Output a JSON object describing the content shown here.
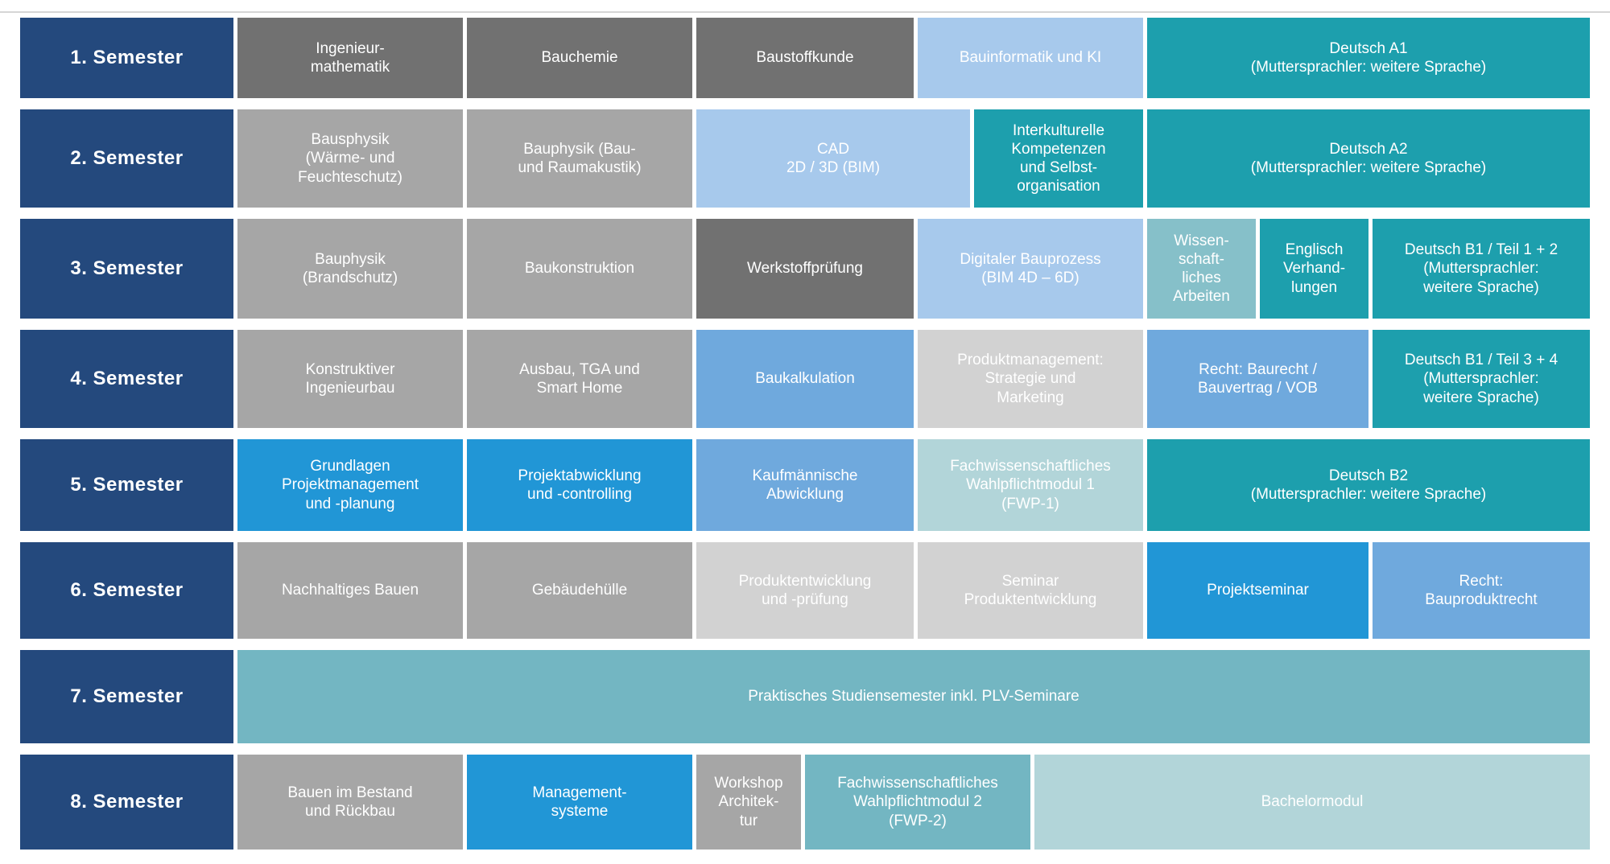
{
  "palette": {
    "navy": "#24497d",
    "dark_gray": "#717171",
    "gray": "#a6a6a6",
    "light_gray": "#d2d2d2",
    "light_blue": "#a7c9ec",
    "medium_blue": "#6fa9dd",
    "bright_blue": "#2196d6",
    "teal": "#1d9fad",
    "muted_teal": "#73b6c2",
    "soft_teal": "#86c0c9",
    "pale_teal": "#b2d5d9",
    "background": "#ffffff",
    "divider": "#d6d6d6"
  },
  "table": {
    "rows": [
      {
        "semester": "1. Semester",
        "modules": [
          {
            "label": "Ingenieur-\nmathematik",
            "color": "dark_gray",
            "col": 2,
            "span": 1
          },
          {
            "label": "Bauchemie",
            "color": "dark_gray",
            "col": 3,
            "span": 1
          },
          {
            "label": "Baustoffkunde",
            "color": "dark_gray",
            "col": 4,
            "span": 2
          },
          {
            "label": "Bauinformatik und KI",
            "color": "light_blue",
            "col": 6,
            "span": 3
          },
          {
            "label": "Deutsch A1\n(Muttersprachler: weitere Sprache)",
            "color": "teal",
            "col": 9,
            "span": 3
          }
        ]
      },
      {
        "semester": "2. Semester",
        "modules": [
          {
            "label": "Bausphysik\n(Wärme- und\nFeuchteschutz)",
            "color": "gray",
            "col": 2,
            "span": 1
          },
          {
            "label": "Bauphysik (Bau-\nund Raumakustik)",
            "color": "gray",
            "col": 3,
            "span": 1
          },
          {
            "label": "CAD\n2D / 3D (BIM)",
            "color": "light_blue",
            "col": 4,
            "span": 3
          },
          {
            "label": "Interkulturelle\nKompetenzen\nund Selbst-\norganisation",
            "color": "teal",
            "col": 7,
            "span": 2
          },
          {
            "label": "Deutsch A2\n(Muttersprachler: weitere Sprache)",
            "color": "teal",
            "col": 9,
            "span": 3
          }
        ]
      },
      {
        "semester": "3. Semester",
        "modules": [
          {
            "label": "Bauphysik\n(Brandschutz)",
            "color": "gray",
            "col": 2,
            "span": 1
          },
          {
            "label": "Baukonstruktion",
            "color": "gray",
            "col": 3,
            "span": 1
          },
          {
            "label": "Werkstoffprüfung",
            "color": "dark_gray",
            "col": 4,
            "span": 2
          },
          {
            "label": "Digitaler Bauprozess\n(BIM 4D – 6D)",
            "color": "light_blue",
            "col": 6,
            "span": 3
          },
          {
            "label": "Wissen-\nschaft-\nliches\nArbeiten",
            "color": "soft_teal",
            "col": 9,
            "span": 1
          },
          {
            "label": "Englisch\nVerhand-\nlungen",
            "color": "teal",
            "col": 10,
            "span": 1
          },
          {
            "label": "Deutsch B1 / Teil 1 + 2\n(Muttersprachler:\nweitere Sprache)",
            "color": "teal",
            "col": 11,
            "span": 1
          }
        ]
      },
      {
        "semester": "4. Semester",
        "modules": [
          {
            "label": "Konstruktiver\nIngenieurbau",
            "color": "gray",
            "col": 2,
            "span": 1
          },
          {
            "label": "Ausbau, TGA und\nSmart Home",
            "color": "gray",
            "col": 3,
            "span": 1
          },
          {
            "label": "Baukalkulation",
            "color": "medium_blue",
            "col": 4,
            "span": 2
          },
          {
            "label": "Produktmanagement:\nStrategie und\nMarketing",
            "color": "light_gray",
            "col": 6,
            "span": 3
          },
          {
            "label": "Recht: Baurecht /\nBauvertrag / VOB",
            "color": "medium_blue",
            "col": 9,
            "span": 2
          },
          {
            "label": "Deutsch B1 / Teil 3 + 4\n(Muttersprachler:\nweitere Sprache)",
            "color": "teal",
            "col": 11,
            "span": 1
          }
        ]
      },
      {
        "semester": "5. Semester",
        "modules": [
          {
            "label": "Grundlagen\nProjektmanagement\nund -planung",
            "color": "bright_blue",
            "col": 2,
            "span": 1
          },
          {
            "label": "Projektabwicklung\nund -controlling",
            "color": "bright_blue",
            "col": 3,
            "span": 1
          },
          {
            "label": "Kaufmännische\nAbwicklung",
            "color": "medium_blue",
            "col": 4,
            "span": 2
          },
          {
            "label": "Fachwissenschaftliches\nWahlpflichtmodul 1\n(FWP-1)",
            "color": "pale_teal",
            "col": 6,
            "span": 3
          },
          {
            "label": "Deutsch B2\n(Muttersprachler: weitere Sprache)",
            "color": "teal",
            "col": 9,
            "span": 3
          }
        ]
      },
      {
        "semester": "6. Semester",
        "modules": [
          {
            "label": "Nachhaltiges Bauen",
            "color": "gray",
            "col": 2,
            "span": 1
          },
          {
            "label": "Gebäudehülle",
            "color": "gray",
            "col": 3,
            "span": 1
          },
          {
            "label": "Produktentwicklung\nund -prüfung",
            "color": "light_gray",
            "col": 4,
            "span": 2
          },
          {
            "label": "Seminar\nProduktentwicklung",
            "color": "light_gray",
            "col": 6,
            "span": 3
          },
          {
            "label": "Projektseminar",
            "color": "bright_blue",
            "col": 9,
            "span": 2
          },
          {
            "label": "Recht:\nBauproduktrecht",
            "color": "medium_blue",
            "col": 11,
            "span": 1
          }
        ]
      },
      {
        "semester": "7. Semester",
        "modules": [
          {
            "label": "Praktisches Studiensemester inkl. PLV-Seminare",
            "color": "muted_teal",
            "col": 2,
            "span": 10
          }
        ]
      },
      {
        "semester": "8. Semester",
        "modules": [
          {
            "label": "Bauen im Bestand\nund Rückbau",
            "color": "gray",
            "col": 2,
            "span": 1
          },
          {
            "label": "Management-\nsysteme",
            "color": "bright_blue",
            "col": 3,
            "span": 1
          },
          {
            "label": "Workshop\nArchitek-\ntur",
            "color": "gray",
            "col": 4,
            "span": 1
          },
          {
            "label": "Fachwissenschaftliches\nWahlpflichtmodul 2\n(FWP-2)",
            "color": "muted_teal",
            "col": 5,
            "span": 3
          },
          {
            "label": "Bachelormodul",
            "color": "pale_teal",
            "col": 8,
            "span": 4
          }
        ]
      }
    ]
  }
}
